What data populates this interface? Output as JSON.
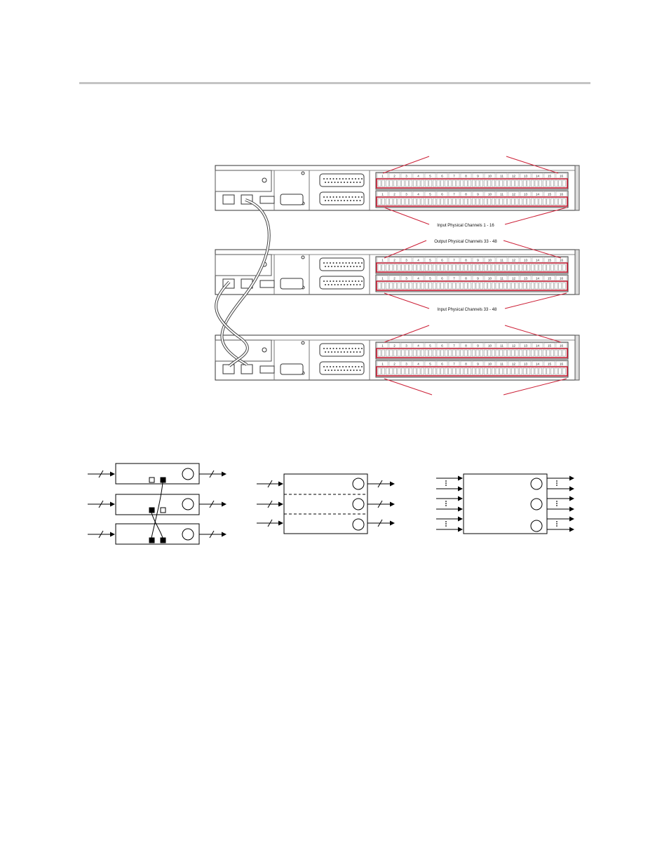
{
  "figure1": {
    "callouts": {
      "input_1_16": "Input Physical Channels 1 - 16",
      "output_33_48": "Output Physical Channels 33 - 48",
      "input_33_48": "Input Physical Channels 33 - 48"
    },
    "channel_numbers": [
      "1",
      "2",
      "3",
      "4",
      "5",
      "6",
      "7",
      "8",
      "9",
      "10",
      "11",
      "12",
      "13",
      "14",
      "15",
      "16"
    ],
    "accent_color": "#cc1f36"
  },
  "figure2": {
    "panels": [
      "daisy-chain-stack",
      "single-unit-three-sections",
      "single-unit-multichannel"
    ]
  }
}
